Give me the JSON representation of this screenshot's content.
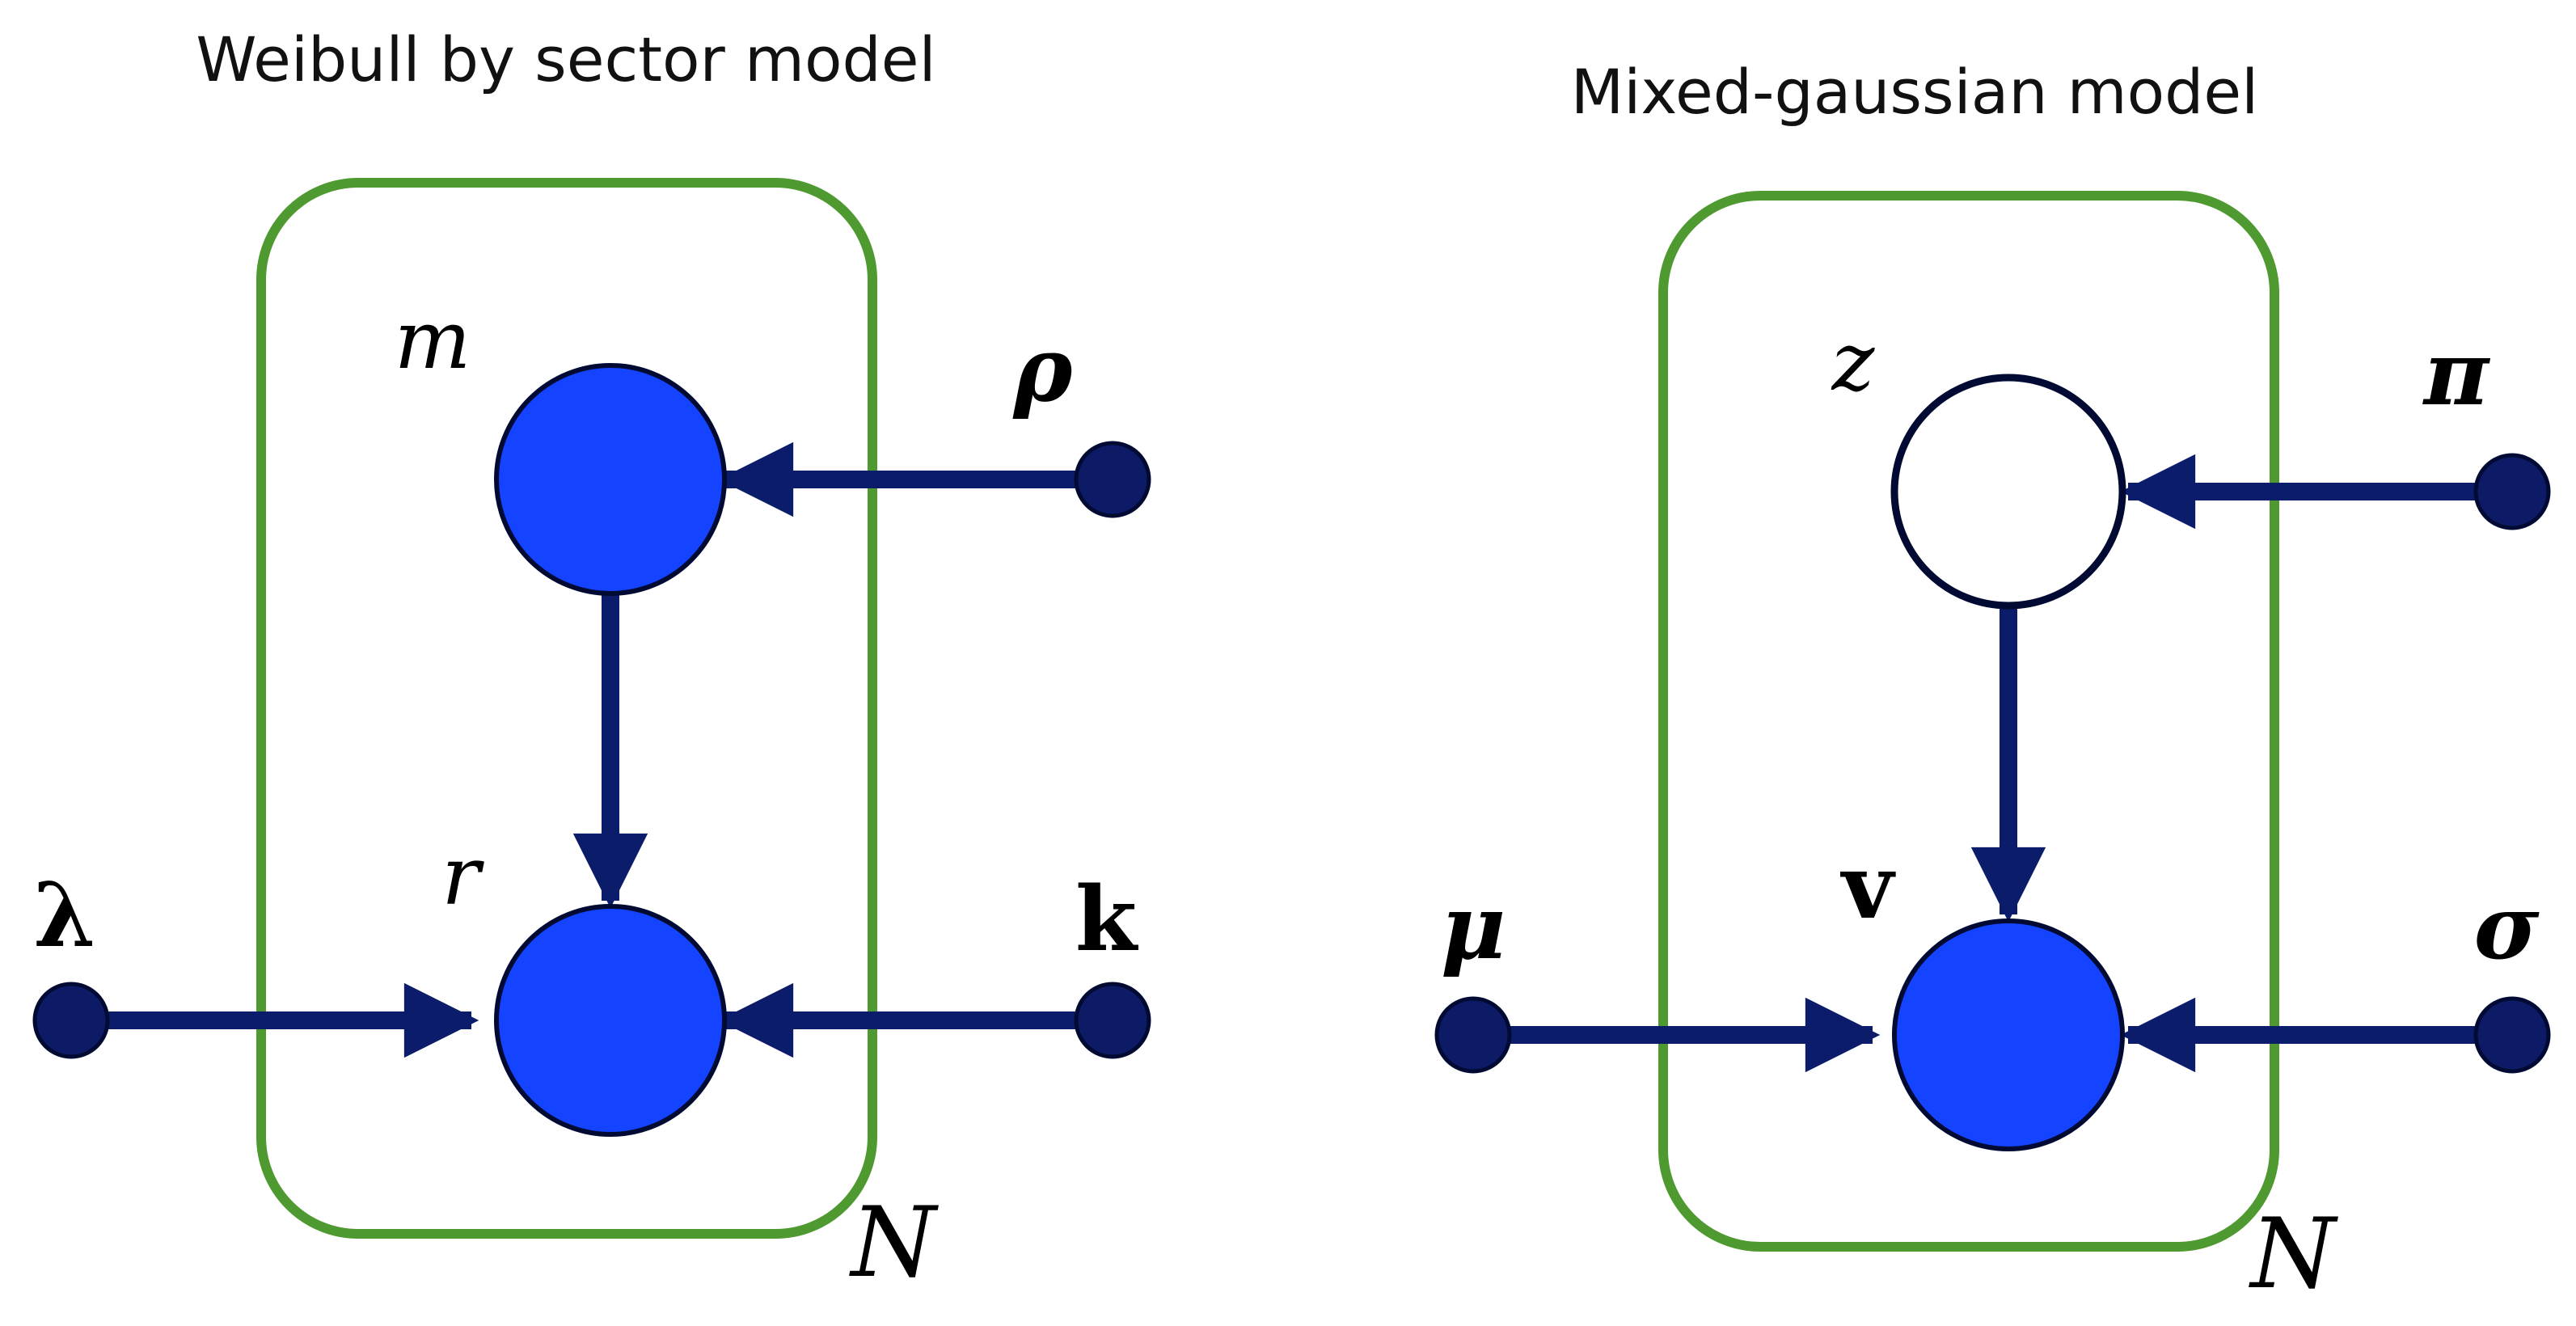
{
  "colors": {
    "plate": "#4e9a30",
    "edge": "#0b1c6a",
    "observed_fill": "#1444ff",
    "node_stroke": "#000a33",
    "hyper_fill": "#0d1a66",
    "latent_fill": "#ffffff"
  },
  "left": {
    "title": "Weibull by sector model",
    "plate_label": "N",
    "nodes": {
      "m": "m",
      "r": "r",
      "rho": "ρ",
      "k": "k",
      "lambda": "λ"
    }
  },
  "right": {
    "title": "Mixed-gaussian model",
    "plate_label": "N",
    "nodes": {
      "z": "z",
      "v": "v",
      "pi": "π",
      "mu": "μ",
      "sigma": "σ"
    }
  }
}
